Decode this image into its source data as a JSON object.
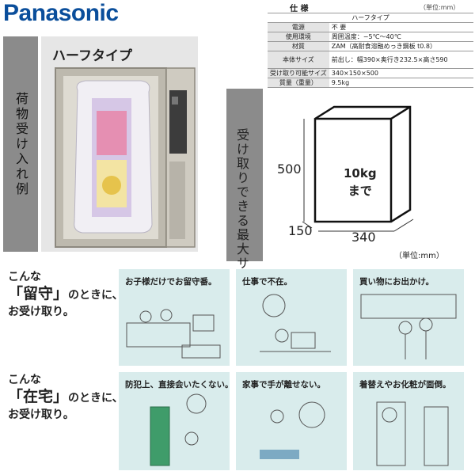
{
  "brand": "Panasonic",
  "spec": {
    "title": "仕 様",
    "unit": "（単位:mm）",
    "header": "ハーフタイプ",
    "rows": [
      {
        "key": "電源",
        "value": "不 要"
      },
      {
        "key": "使用環境",
        "value": "周囲温度：−5℃〜40℃"
      },
      {
        "key": "材質",
        "value": "ZAM（高耐食溶融めっき鋼板 t0.8）"
      },
      {
        "key": "本体サイズ",
        "value": "前出し：幅390×奥行き232.5×高さ590"
      },
      {
        "key": "受け取り可能サイズ",
        "value": "340×150×500"
      },
      {
        "key": "質量（重量）",
        "value": "9.5kg"
      }
    ]
  },
  "example": {
    "side_label": "荷物受け入れ例",
    "type_label": "ハーフタイプ"
  },
  "size": {
    "side_label": "受け取りできる最大サイズ・重さ",
    "height": "500",
    "depth": "150",
    "width": "340",
    "weight_line1": "10kg",
    "weight_line2": "まで",
    "unit": "（単位:mm）"
  },
  "scenes": [
    {
      "label_pre": "こんな",
      "label_big": "「留守」",
      "label_post": "のときに、",
      "label_line2": "お受け取り。",
      "cards": [
        "お子様だけでお留守番。",
        "仕事で不在。",
        "買い物にお出かけ。"
      ]
    },
    {
      "label_pre": "こんな",
      "label_big": "「在宅」",
      "label_post": "のときに、",
      "label_line2": "お受け取り。",
      "cards": [
        "防犯上、直接会いたくない。",
        "家事で手が離せない。",
        "着替えやお化粧が面倒。"
      ]
    }
  ],
  "colors": {
    "brand": "#0a4e9b",
    "card": "#d9ecec",
    "bar": "#8b8b8b"
  }
}
